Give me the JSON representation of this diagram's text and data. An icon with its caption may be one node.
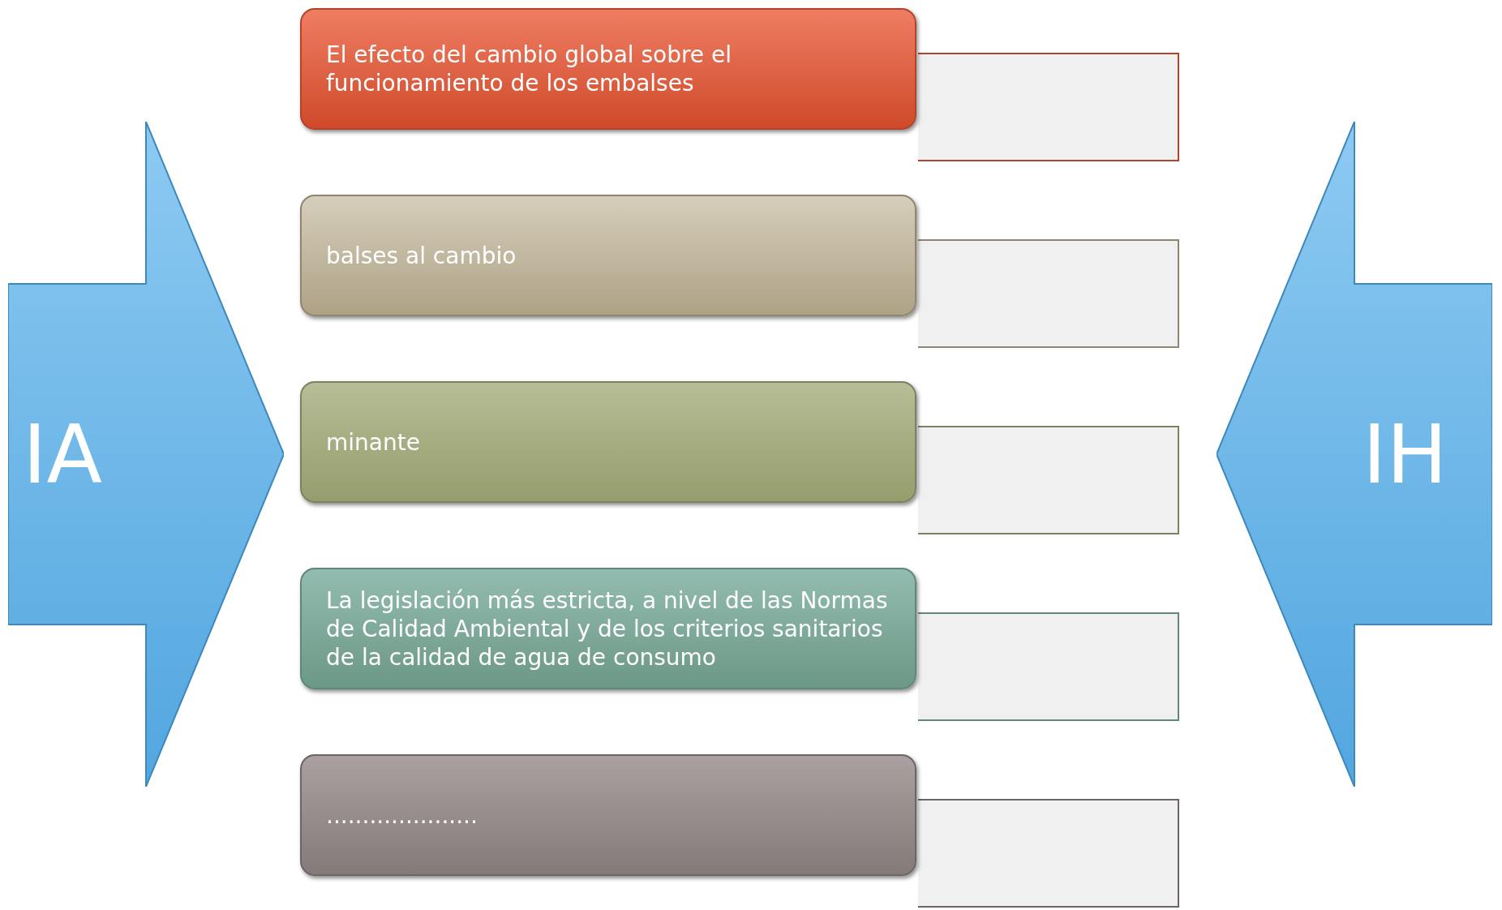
{
  "diagram": {
    "nodes": [
      {
        "text": [
          "El efecto del cambio global sobre el funcionamiento de los embalses"
        ]
      },
      {
        "text": [
          "balses al cambio"
        ]
      },
      {
        "text": [
          "minante"
        ]
      },
      {
        "text": [
          "La legislación más estricta, a nivel de las Normas de Calidad Ambiental y de los criterios sanitarios de la calidad de agua de consumo"
        ]
      },
      {
        "text": [
          "....................."
        ]
      },
      {
        "text": [
          "IA"
        ]
      },
      {
        "text": [
          "IH"
        ]
      },
      {
        "text": [],
        "shape": "bar"
      },
      {
        "text": [],
        "shape": "bar"
      },
      {
        "text": [],
        "shape": "bar"
      },
      {
        "text": [],
        "shape": "bar"
      },
      {
        "text": [],
        "shape": "bar"
      }
    ]
  }
}
